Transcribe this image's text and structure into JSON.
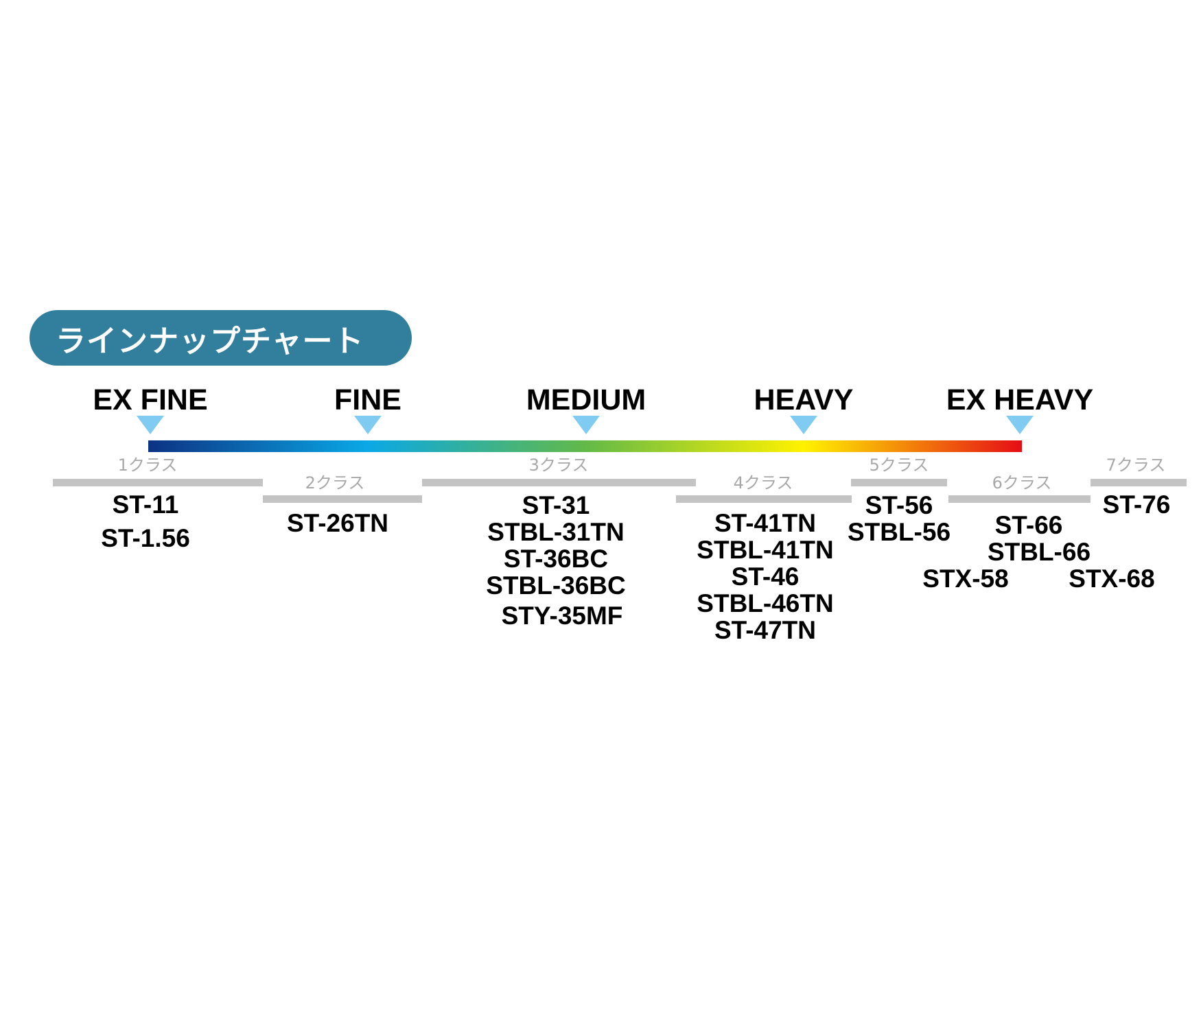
{
  "title": "ラインナップチャート",
  "levels": [
    "EX FINE",
    "FINE",
    "MEDIUM",
    "HEAVY",
    "EX HEAVY"
  ],
  "classes": [
    "1クラス",
    "2クラス",
    "3クラス",
    "4クラス",
    "5クラス",
    "6クラス",
    "7クラス"
  ],
  "products": {
    "class1": [
      "ST-11",
      "ST-1.56"
    ],
    "class2": [
      "ST-26TN"
    ],
    "class3": [
      "ST-31",
      "STBL-31TN",
      "ST-36BC",
      "STBL-36BC",
      "STY-35MF"
    ],
    "class4": [
      "ST-41TN",
      "STBL-41TN",
      "ST-46",
      "STBL-46TN",
      "ST-47TN"
    ],
    "class5": [
      "ST-56",
      "STBL-56"
    ],
    "class6_upper": [
      "ST-66",
      "STBL-66"
    ],
    "class6_left": [
      "STX-58"
    ],
    "class6_right": [
      "STX-68"
    ],
    "class7": [
      "ST-76"
    ]
  },
  "colors": {
    "title_bg": "#317e9d",
    "title_text": "#ffffff",
    "marker": "#7fcbf1",
    "class_bar": "#c4c4c4",
    "class_label": "#a8a8a8",
    "gradient": [
      "#0c3283",
      "#0aa8e6",
      "#62b948",
      "#fff200",
      "#e60d15"
    ]
  },
  "icons": {
    "marker": "triangle-down-icon"
  }
}
